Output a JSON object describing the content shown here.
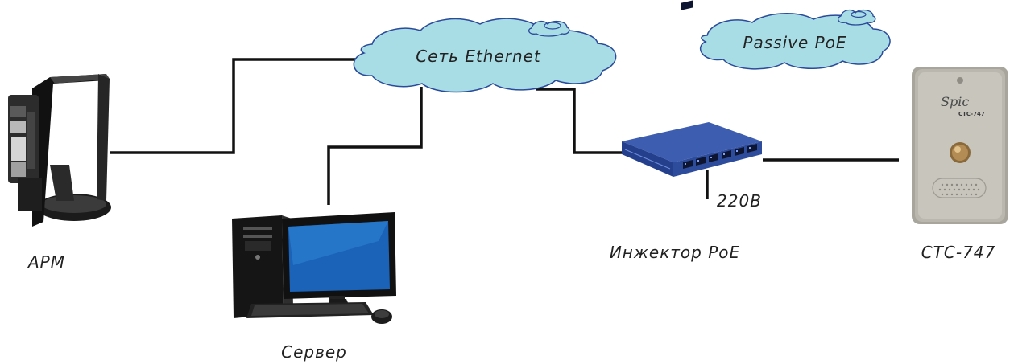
{
  "clouds": {
    "ethernet": {
      "label": "Сеть Ethernet"
    },
    "poe": {
      "label": "Passive PoE"
    }
  },
  "devices": {
    "arm": {
      "label": "АРМ"
    },
    "server": {
      "label": "Сервер"
    },
    "injector": {
      "label": "Инжектор PoE",
      "power_label": "220В"
    },
    "intercom": {
      "label": "СТС-747",
      "panel_brand": "Spic",
      "panel_model": "CTC-747"
    }
  },
  "colors": {
    "cloud_fill": "#a9dde6",
    "cloud_stroke": "#2a4a9a",
    "wire": "#111111",
    "injector_body": "#2e4c9c",
    "monitor_screen": "#1a63b8",
    "intercom_panel": "#b9b7ae"
  }
}
